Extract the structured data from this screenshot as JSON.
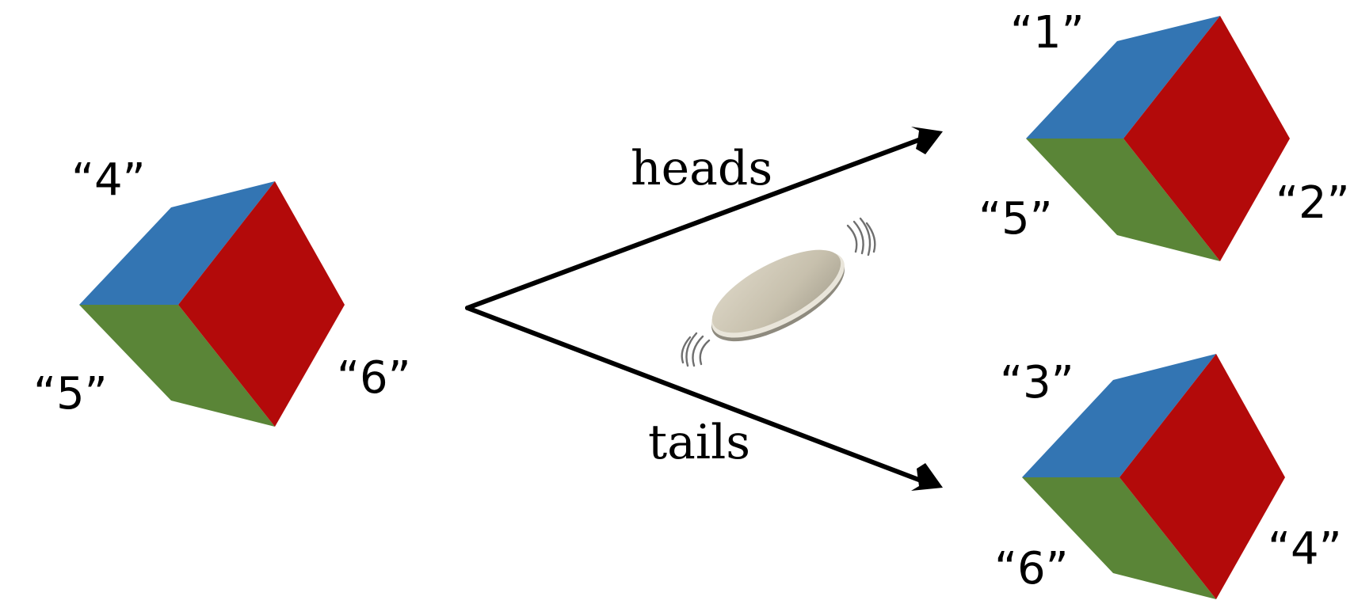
{
  "initial_cube": {
    "top_label": "“4”",
    "left_label": "“5”",
    "right_label": "“6”"
  },
  "branches": {
    "heads": {
      "label": "heads",
      "cube": {
        "top_label": "“1”",
        "left_label": "“5”",
        "right_label": "“2”"
      }
    },
    "tails": {
      "label": "tails",
      "cube": {
        "top_label": "“3”",
        "left_label": "“6”",
        "right_label": "“4”"
      }
    }
  },
  "colors": {
    "top_face": "#3375b3",
    "left_face": "#5a8537",
    "right_face": "#b30a0a",
    "coin": "#c7c0ad",
    "coin_edge": "#8e8a7e",
    "arrow": "#000000"
  },
  "icons": {
    "coin": "spinning-coin-icon"
  }
}
